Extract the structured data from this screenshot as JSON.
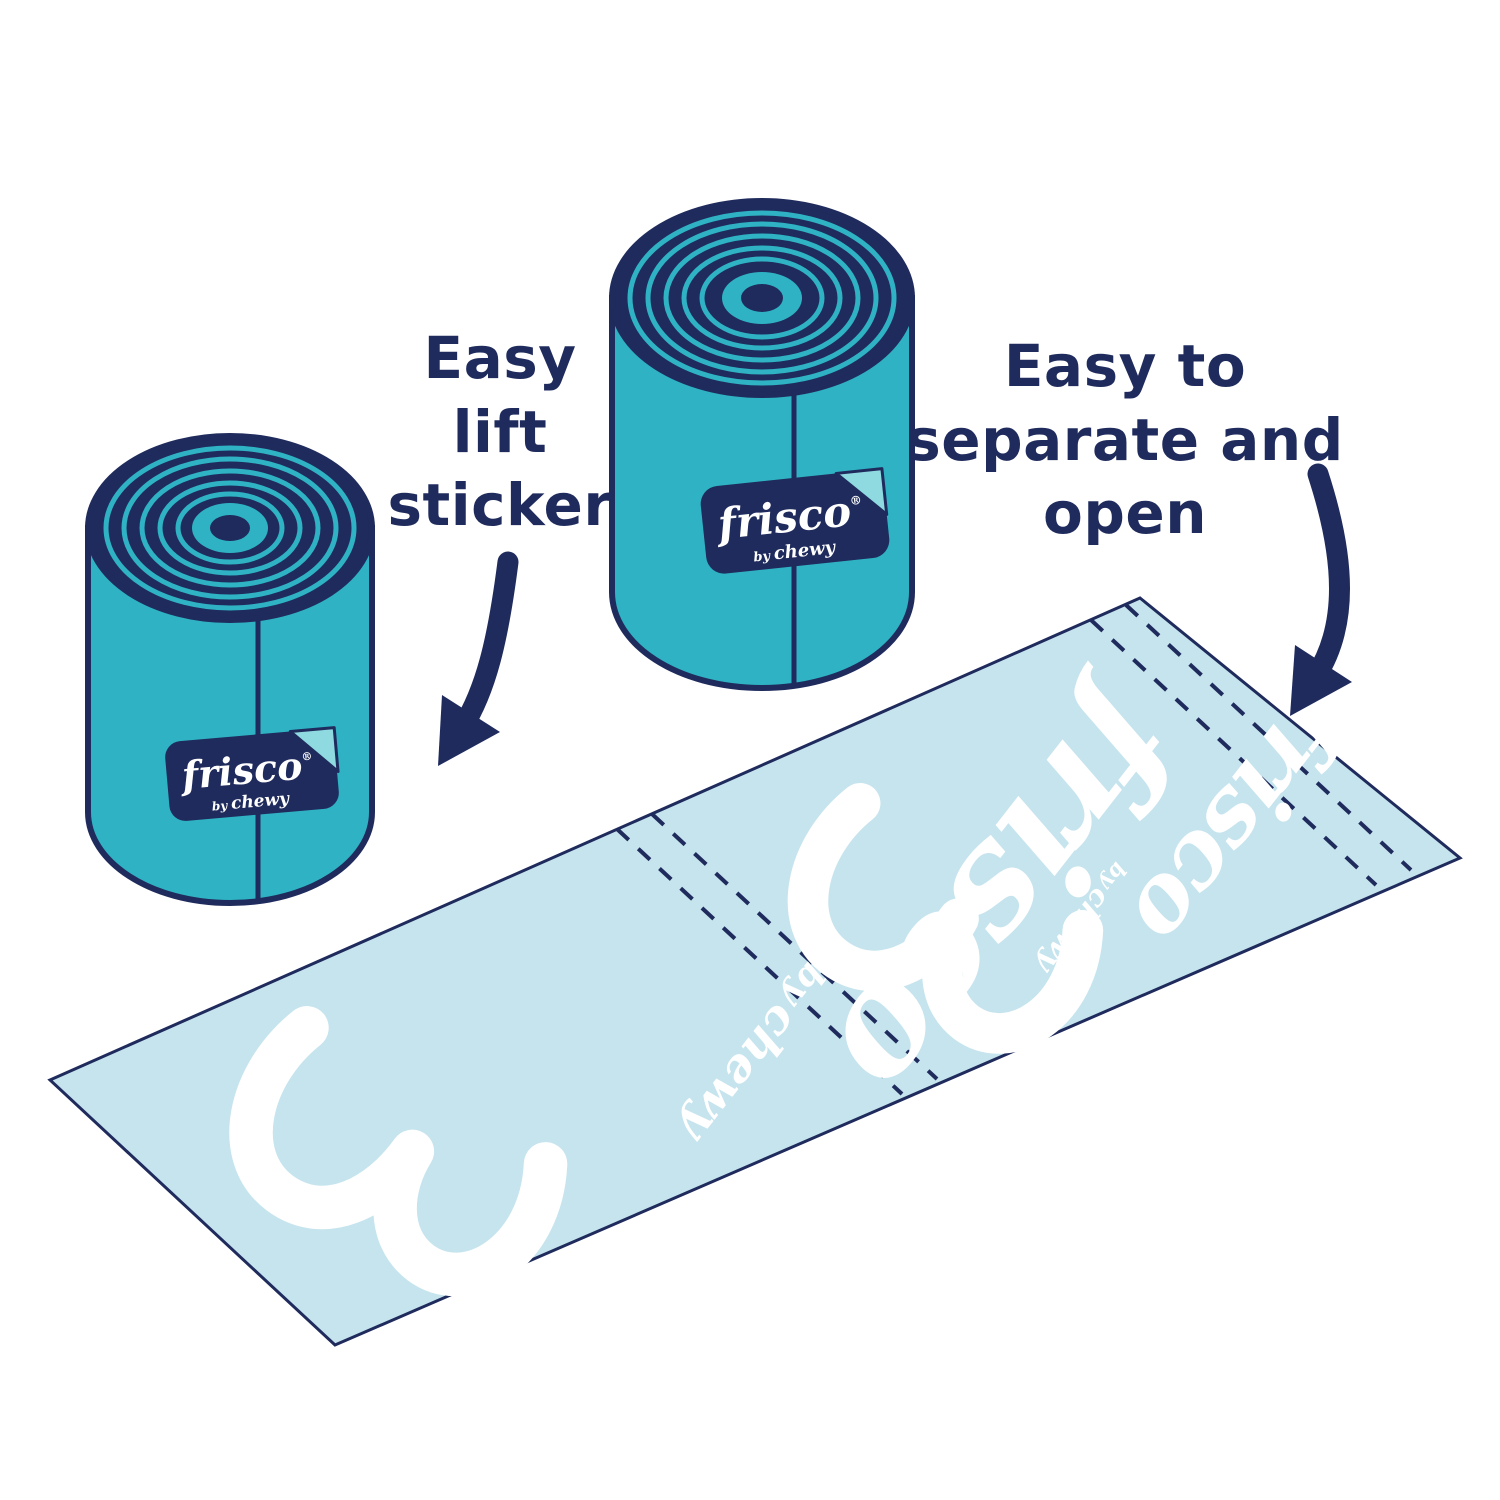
{
  "captions": {
    "left": "Easy\nlift\nsticker",
    "right": "Easy to\nseparate and\nopen"
  },
  "brand": {
    "name": "frisco",
    "by_prefix": "by",
    "by_name": "chewy",
    "reg": "®"
  },
  "bag_print": {
    "logo": "frisco",
    "by_prefix": "by",
    "by_name": "chewy"
  },
  "colors": {
    "teal": "#2FB3C4",
    "navy": "#1F2B5C",
    "light_blue": "#C6E4EE",
    "pale_teal": "#8FD9E0",
    "white": "#FFFFFF"
  }
}
